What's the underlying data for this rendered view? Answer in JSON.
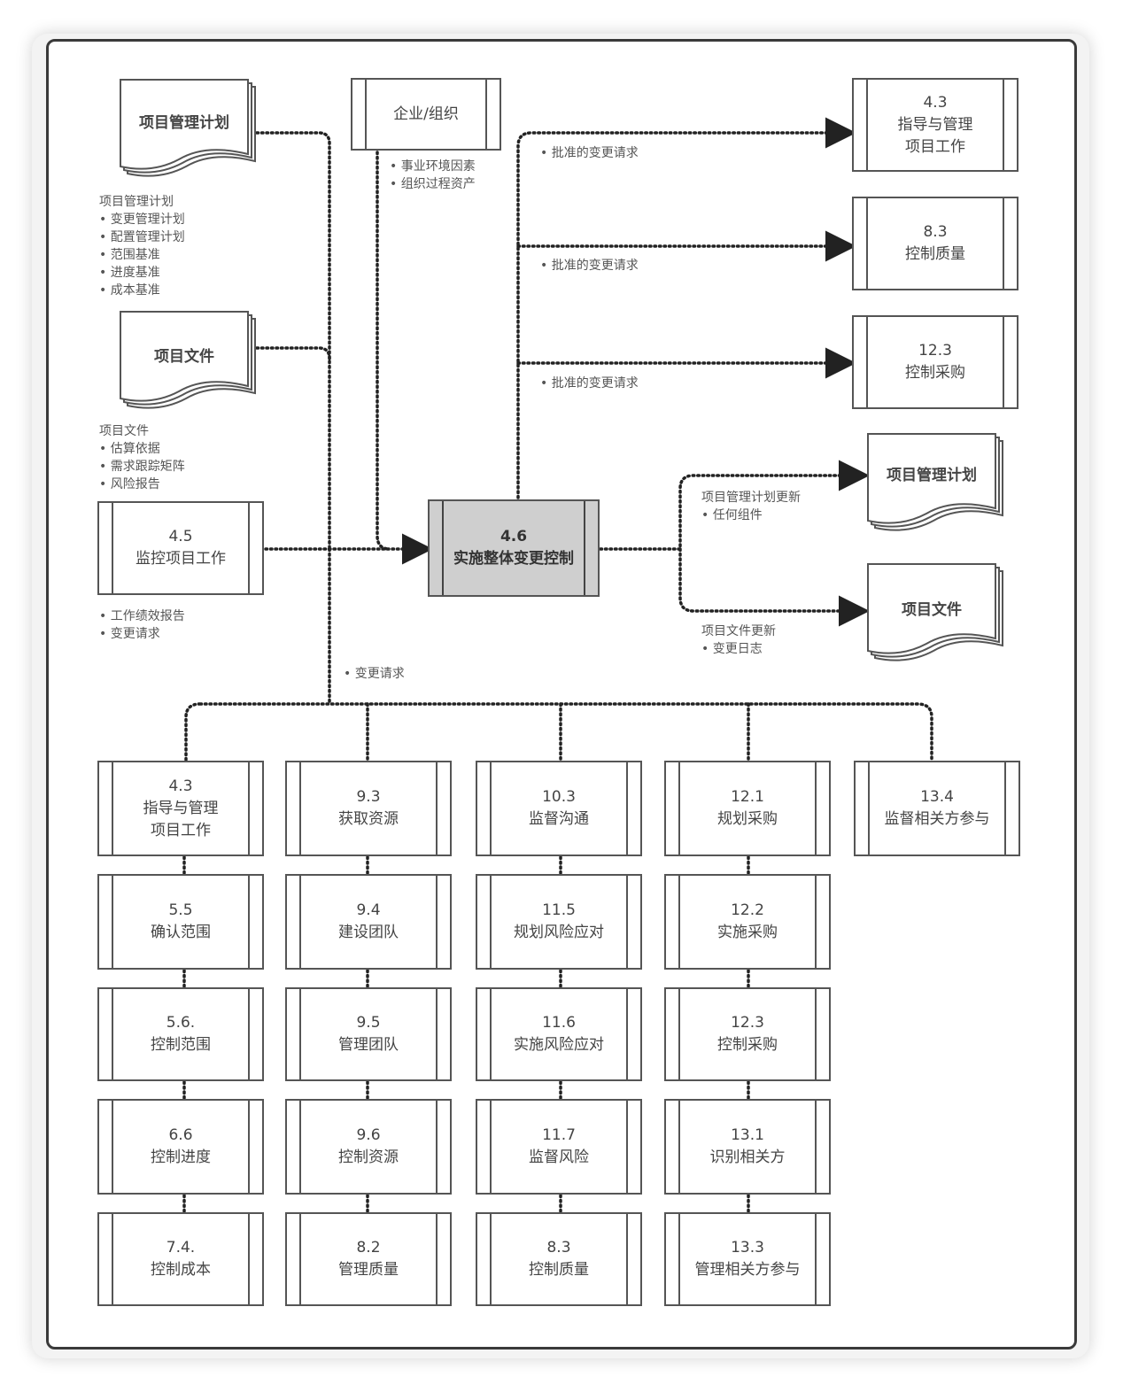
{
  "center": {
    "num": "4.6",
    "name": "实施整体变更控制"
  },
  "inputs": {
    "pm_plan_doc": "项目管理计划",
    "org": "企业/组织",
    "proj_docs": "项目文件",
    "monitor": {
      "num": "4.5",
      "name": "监控项目工作"
    }
  },
  "notes": {
    "org": [
      "事业环境因素",
      "组织过程资产"
    ],
    "pm_plan": {
      "title": "项目管理计划",
      "items": [
        "变更管理计划",
        "配置管理计划",
        "范围基准",
        "进度基准",
        "成本基准"
      ]
    },
    "proj_docs": {
      "title": "项目文件",
      "items": [
        "估算依据",
        "需求跟踪矩阵",
        "风险报告"
      ]
    },
    "monitor": [
      "工作绩效报告",
      "变更请求"
    ],
    "approved_1": "批准的变更请求",
    "approved_2": "批准的变更请求",
    "approved_3": "批准的变更请求",
    "pm_plan_update": {
      "title": "项目管理计划更新",
      "items": [
        "任何组件"
      ]
    },
    "proj_docs_update": {
      "title": "项目文件更新",
      "items": [
        "变更日志"
      ]
    },
    "change_request": "变更请求"
  },
  "outputs": {
    "out1": {
      "num": "4.3",
      "l1": "指导与管理",
      "l2": "项目工作"
    },
    "out2": {
      "num": "8.3",
      "name": "控制质量"
    },
    "out3": {
      "num": "12.3",
      "name": "控制采购"
    },
    "doc_plan": "项目管理计划",
    "doc_files": "项目文件"
  },
  "grid": {
    "c1r1": {
      "num": "4.3",
      "l1": "指导与管理",
      "l2": "项目工作"
    },
    "c1r2": {
      "num": "5.5",
      "name": "确认范围"
    },
    "c1r3": {
      "num": "5.6.",
      "name": "控制范围"
    },
    "c1r4": {
      "num": "6.6",
      "name": "控制进度"
    },
    "c1r5": {
      "num": "7.4.",
      "name": "控制成本"
    },
    "c2r1": {
      "num": "9.3",
      "name": "获取资源"
    },
    "c2r2": {
      "num": "9.4",
      "name": "建设团队"
    },
    "c2r3": {
      "num": "9.5",
      "name": "管理团队"
    },
    "c2r4": {
      "num": "9.6",
      "name": "控制资源"
    },
    "c2r5": {
      "num": "8.2",
      "name": "管理质量"
    },
    "c3r1": {
      "num": "10.3",
      "name": "监督沟通"
    },
    "c3r2": {
      "num": "11.5",
      "name": "规划风险应对"
    },
    "c3r3": {
      "num": "11.6",
      "name": "实施风险应对"
    },
    "c3r4": {
      "num": "11.7",
      "name": "监督风险"
    },
    "c3r5": {
      "num": "8.3",
      "name": "控制质量"
    },
    "c4r1": {
      "num": "12.1",
      "name": "规划采购"
    },
    "c4r2": {
      "num": "12.2",
      "name": "实施采购"
    },
    "c4r3": {
      "num": "12.3",
      "name": "控制采购"
    },
    "c4r4": {
      "num": "13.1",
      "name": "识别相关方"
    },
    "c4r5": {
      "num": "13.3",
      "name": "管理相关方参与"
    },
    "c5r1": {
      "num": "13.4",
      "name": "监督相关方参与"
    }
  }
}
